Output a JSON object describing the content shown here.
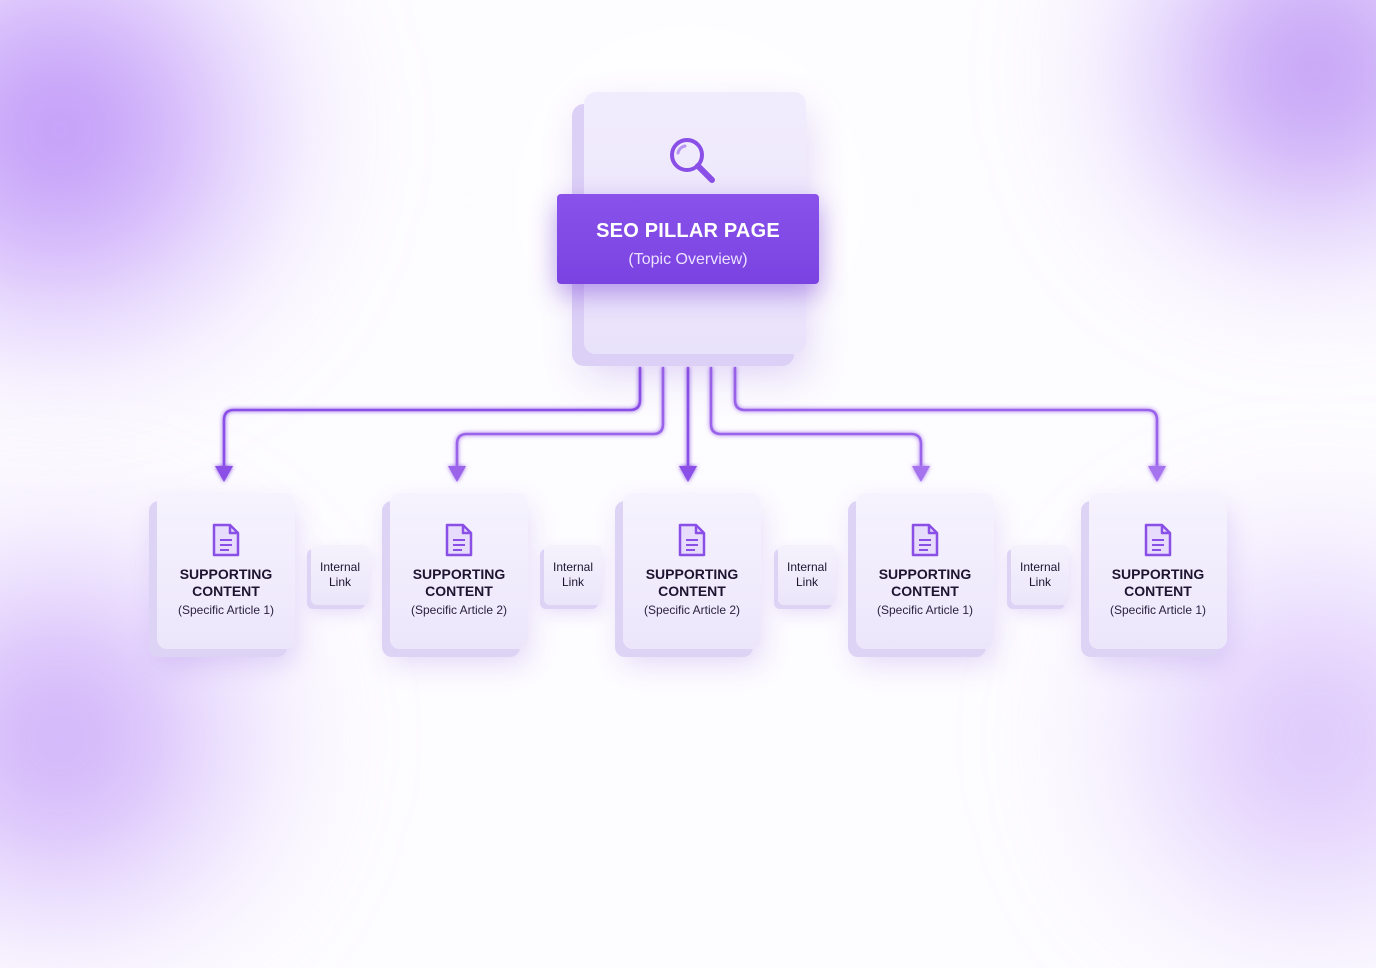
{
  "pillar": {
    "title": "SEO PILLAR PAGE",
    "subtitle": "(Topic Overview)",
    "icon": "magnifier-icon"
  },
  "cards": [
    {
      "title_line1": "SUPPORTING",
      "title_line2": "CONTENT",
      "subtitle": "(Specific Article 1)",
      "icon": "document-icon"
    },
    {
      "title_line1": "SUPPORTING",
      "title_line2": "CONTENT",
      "subtitle": "(Specific Article 2)",
      "icon": "document-icon"
    },
    {
      "title_line1": "SUPPORTING",
      "title_line2": "CONTENT",
      "subtitle": "(Specific Article 2)",
      "icon": "document-icon"
    },
    {
      "title_line1": "SUPPORTING",
      "title_line2": "CONTENT",
      "subtitle": "(Specific Article 1)",
      "icon": "document-icon"
    },
    {
      "title_line1": "SUPPORTING",
      "title_line2": "CONTENT",
      "subtitle": "(Specific Article 1)",
      "icon": "document-icon"
    }
  ],
  "internal_links": [
    {
      "line1": "Internal",
      "line2": "Link"
    },
    {
      "line1": "Internal",
      "line2": "Link"
    },
    {
      "line1": "Internal",
      "line2": "Link"
    },
    {
      "line1": "Internal",
      "line2": "Link"
    }
  ],
  "colors": {
    "accent": "#7a42e0",
    "connector": "#8a4fe6",
    "card_bg": "#f1ecfd",
    "text_dark": "#1d1530"
  }
}
